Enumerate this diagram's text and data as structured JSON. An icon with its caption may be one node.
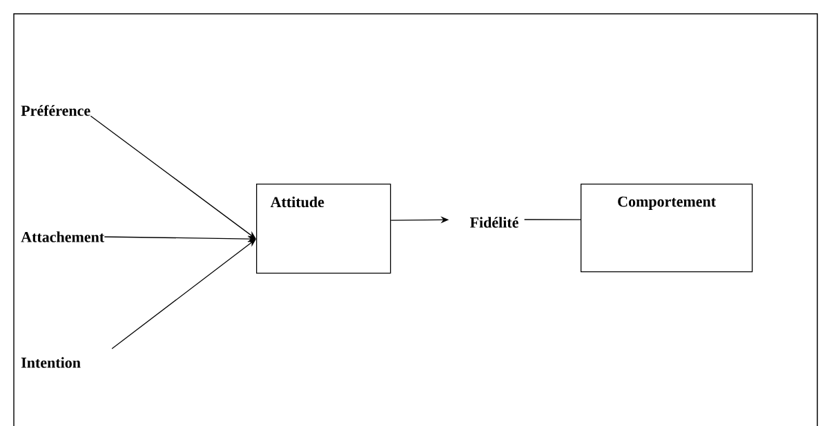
{
  "diagram": {
    "nodes": [
      {
        "text": [
          "Préférence"
        ]
      },
      {
        "text": [
          "Attachement"
        ]
      },
      {
        "text": [
          "Intention"
        ]
      },
      {
        "text": [
          "Attitude"
        ]
      },
      {
        "text": [
          "Fidélité"
        ]
      },
      {
        "text": [
          "Comportement"
        ]
      }
    ],
    "edges": [
      {
        "from": 0,
        "to": 3,
        "arrow": "to"
      },
      {
        "from": 1,
        "to": 3,
        "arrow": "to"
      },
      {
        "from": 2,
        "to": 3,
        "arrow": "to"
      },
      {
        "from": 3,
        "to": 4,
        "arrow": "to"
      },
      {
        "from": 4,
        "to": 5,
        "arrow": "none"
      }
    ]
  }
}
